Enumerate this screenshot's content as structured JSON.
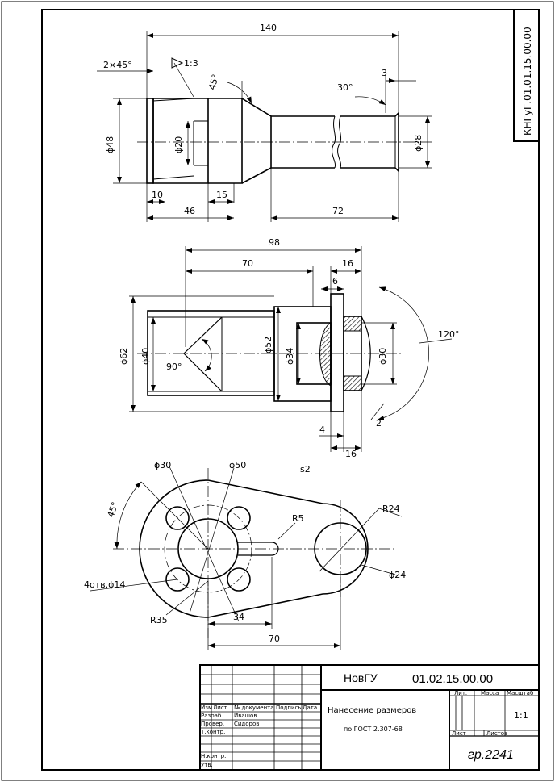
{
  "sheet": {
    "vertical_code": "КНГуГ.01.01.15.00.00"
  },
  "view1": {
    "dim_overall": "140",
    "dim_chamfer": "2×45°",
    "dim_taper": "1:3",
    "dim_angle45": "45°",
    "dim_angle30": "30°",
    "dim_3": "3",
    "dim_d48": "ϕ48",
    "dim_d20": "ϕ20",
    "dim_d28": "ϕ28",
    "dim_10": "10",
    "dim_15": "15",
    "dim_46": "46",
    "dim_72": "72"
  },
  "view2": {
    "dim_98": "98",
    "dim_70": "70",
    "dim_16a": "16",
    "dim_6": "6",
    "dim_120": "120°",
    "dim_d62": "ϕ62",
    "dim_d40": "ϕ40",
    "dim_d52": "ϕ52",
    "dim_d34": "ϕ34",
    "dim_d30": "ϕ30",
    "dim_90": "90°",
    "dim_2": "2",
    "dim_4": "4",
    "dim_16b": "16"
  },
  "view3": {
    "dim_d30": "ϕ30",
    "dim_d50": "ϕ50",
    "dim_s2": "s2",
    "dim_r24": "R24",
    "dim_45": "45°",
    "dim_r5": "R5",
    "dim_holes": "4отв.ϕ14",
    "dim_d24": "ϕ24",
    "dim_r35": "R35",
    "dim_34": "34",
    "dim_70": "70"
  },
  "title_block": {
    "doc_code_prefix": "НовГУ",
    "doc_code": "01.02.15.00.00",
    "title_line1": "Нанесение размеров",
    "title_line2": "по ГОСТ 2.307-68",
    "col_headers": [
      "Изм",
      "Лист",
      "№ документа",
      "Подпись",
      "Дата"
    ],
    "row_labels": [
      "Разраб.",
      "Провер.",
      "Т.контр.",
      "",
      "Н.контр.",
      "Утв."
    ],
    "developer": "Ивашов",
    "checker": "Сидоров",
    "lit_header": "Лит.",
    "mass_header": "Масса",
    "scale_header": "Масштаб",
    "scale_value": "1:1",
    "sheet_label": "Лист",
    "sheets_label": "Листов",
    "group": "гр.2241"
  }
}
